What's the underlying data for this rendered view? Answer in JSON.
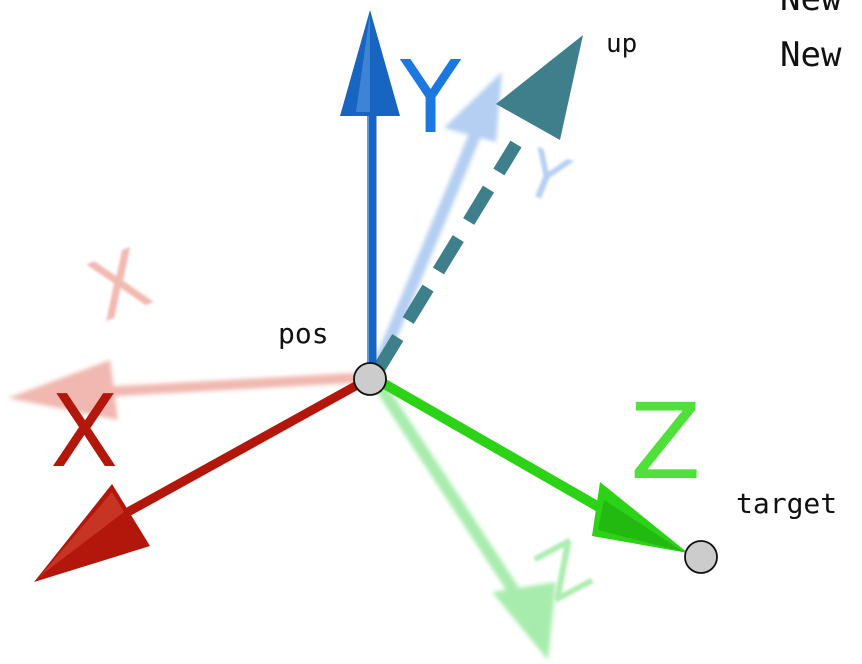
{
  "labels": {
    "pos": "pos",
    "up": "up",
    "target": "target",
    "new_line_1": "New",
    "new_line_2": "New"
  },
  "axis_letters": {
    "x": "X",
    "y": "Y",
    "z": "Z",
    "x_ghost": "X",
    "y_ghost": "Y",
    "z_ghost": "Z"
  },
  "colors": {
    "x_axis": "#b3170b",
    "y_axis": "#1765c0",
    "z_axis": "#2bd216",
    "x_ghost": "#f0b8b0",
    "y_ghost": "#b4cff2",
    "z_ghost": "#a8ecad",
    "up_vector": "#3e7f8b",
    "point_fill": "#cccccc"
  }
}
